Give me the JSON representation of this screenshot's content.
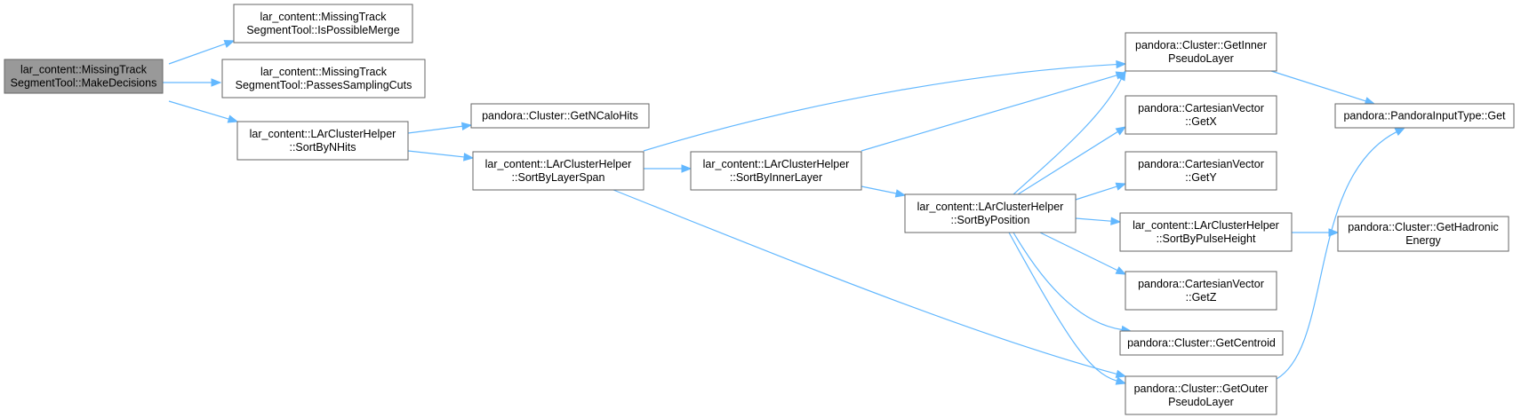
{
  "graph": {
    "edge_color": "#63b8ff",
    "root_fill": "#999999",
    "node_border": "#666666",
    "nodes": [
      {
        "id": "make_decisions",
        "root": true,
        "lines": [
          "lar_content::MissingTrack",
          "SegmentTool::MakeDecisions"
        ]
      },
      {
        "id": "is_possible_merge",
        "lines": [
          "lar_content::MissingTrack",
          "SegmentTool::IsPossibleMerge"
        ]
      },
      {
        "id": "passes_sampling_cuts",
        "lines": [
          "lar_content::MissingTrack",
          "SegmentTool::PassesSamplingCuts"
        ]
      },
      {
        "id": "sort_by_nhits",
        "lines": [
          "lar_content::LArClusterHelper",
          "::SortByNHits"
        ]
      },
      {
        "id": "get_ncalohits",
        "lines": [
          "pandora::Cluster::GetNCaloHits"
        ]
      },
      {
        "id": "sort_by_layer_span",
        "lines": [
          "lar_content::LArClusterHelper",
          "::SortByLayerSpan"
        ]
      },
      {
        "id": "sort_by_inner_layer",
        "lines": [
          "lar_content::LArClusterHelper",
          "::SortByInnerLayer"
        ]
      },
      {
        "id": "sort_by_position",
        "lines": [
          "lar_content::LArClusterHelper",
          "::SortByPosition"
        ]
      },
      {
        "id": "get_inner_pseudo_layer",
        "lines": [
          "pandora::Cluster::GetInner",
          "PseudoLayer"
        ]
      },
      {
        "id": "get_x",
        "lines": [
          "pandora::CartesianVector",
          "::GetX"
        ]
      },
      {
        "id": "get_y",
        "lines": [
          "pandora::CartesianVector",
          "::GetY"
        ]
      },
      {
        "id": "sort_by_pulse_height",
        "lines": [
          "lar_content::LArClusterHelper",
          "::SortByPulseHeight"
        ]
      },
      {
        "id": "get_z",
        "lines": [
          "pandora::CartesianVector",
          "::GetZ"
        ]
      },
      {
        "id": "get_centroid",
        "lines": [
          "pandora::Cluster::GetCentroid"
        ]
      },
      {
        "id": "get_outer_pseudo_layer",
        "lines": [
          "pandora::Cluster::GetOuter",
          "PseudoLayer"
        ]
      },
      {
        "id": "pandora_input_type_get",
        "lines": [
          "pandora::PandoraInputType::Get"
        ]
      },
      {
        "id": "get_hadronic_energy",
        "lines": [
          "pandora::Cluster::GetHadronic",
          "Energy"
        ]
      }
    ],
    "edges": [
      {
        "from": "make_decisions",
        "to": "is_possible_merge"
      },
      {
        "from": "make_decisions",
        "to": "passes_sampling_cuts"
      },
      {
        "from": "make_decisions",
        "to": "sort_by_nhits"
      },
      {
        "from": "sort_by_nhits",
        "to": "get_ncalohits"
      },
      {
        "from": "sort_by_nhits",
        "to": "sort_by_layer_span"
      },
      {
        "from": "sort_by_layer_span",
        "to": "sort_by_inner_layer"
      },
      {
        "from": "sort_by_layer_span",
        "to": "get_inner_pseudo_layer"
      },
      {
        "from": "sort_by_layer_span",
        "to": "get_outer_pseudo_layer"
      },
      {
        "from": "sort_by_inner_layer",
        "to": "get_inner_pseudo_layer"
      },
      {
        "from": "sort_by_inner_layer",
        "to": "sort_by_position"
      },
      {
        "from": "sort_by_position",
        "to": "get_inner_pseudo_layer"
      },
      {
        "from": "sort_by_position",
        "to": "get_x"
      },
      {
        "from": "sort_by_position",
        "to": "get_y"
      },
      {
        "from": "sort_by_position",
        "to": "sort_by_pulse_height"
      },
      {
        "from": "sort_by_position",
        "to": "get_z"
      },
      {
        "from": "sort_by_position",
        "to": "get_centroid"
      },
      {
        "from": "sort_by_position",
        "to": "get_outer_pseudo_layer"
      },
      {
        "from": "get_inner_pseudo_layer",
        "to": "pandora_input_type_get"
      },
      {
        "from": "get_outer_pseudo_layer",
        "to": "pandora_input_type_get"
      },
      {
        "from": "sort_by_pulse_height",
        "to": "get_hadronic_energy"
      }
    ]
  }
}
